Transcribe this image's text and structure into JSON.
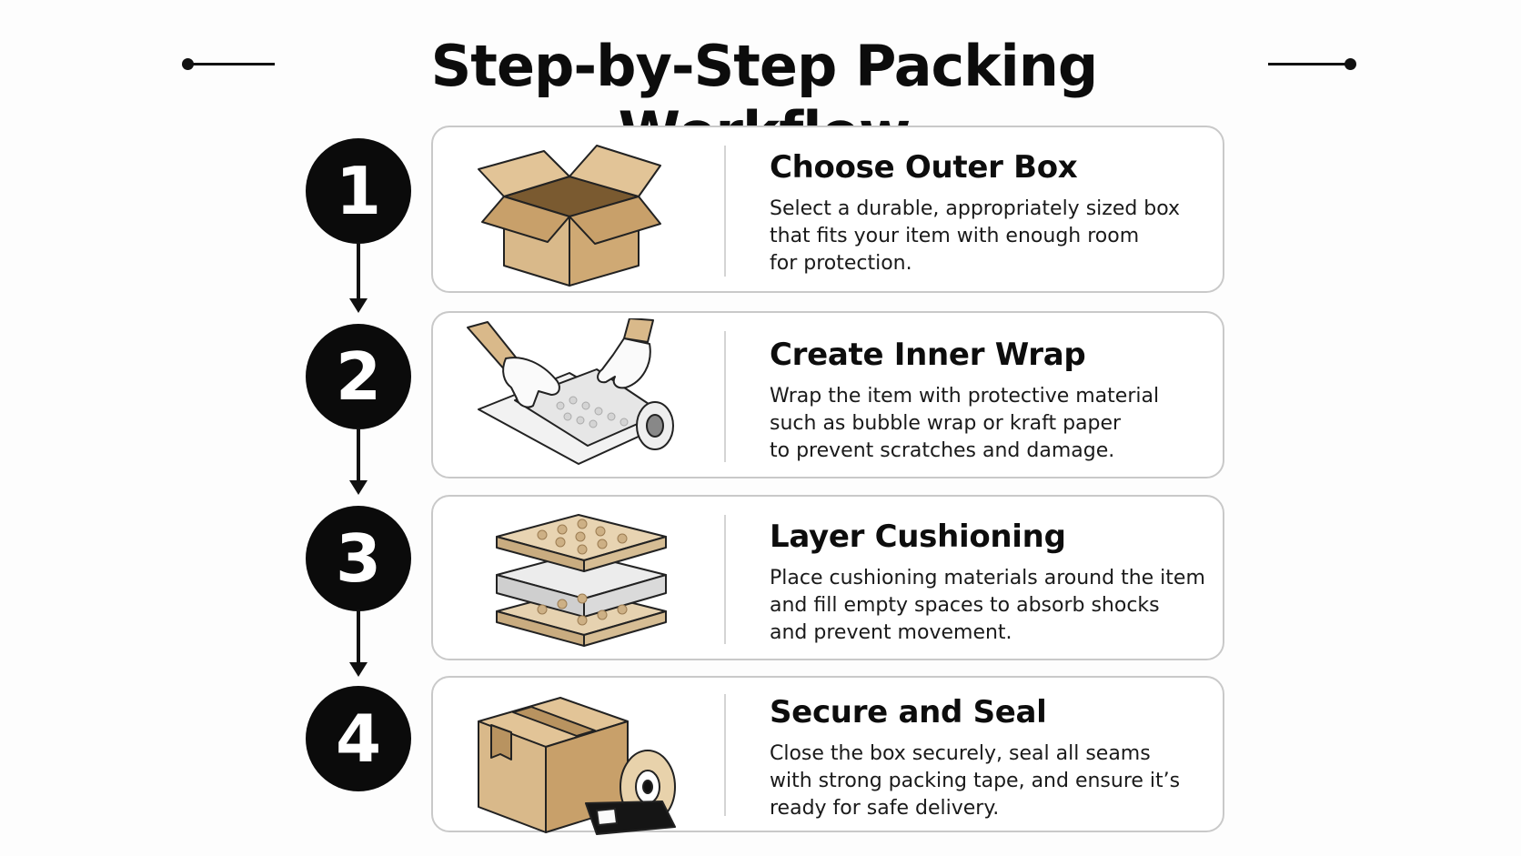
{
  "title": "Step-by-Step Packing Workflow",
  "colors": {
    "kraft": "#d9b98a",
    "kraft_dark": "#b89360",
    "ink": "#111111",
    "card_border": "#c9c9c9"
  },
  "steps": [
    {
      "number": "1",
      "heading": "Choose Outer Box",
      "lines": [
        "Select a durable, appropriately sized box",
        "that fits your item with enough room",
        "for protection."
      ],
      "icon": "open-box-icon"
    },
    {
      "number": "2",
      "heading": "Create Inner Wrap",
      "lines": [
        "Wrap the item with protective material",
        "such as bubble wrap or kraft paper",
        "to prevent scratches and damage."
      ],
      "icon": "gloved-hands-bubble-wrap-icon"
    },
    {
      "number": "3",
      "heading": "Layer Cushioning",
      "lines": [
        "Place cushioning materials around the item",
        "and fill empty spaces to absorb shocks",
        "and prevent movement."
      ],
      "icon": "cushion-layers-icon"
    },
    {
      "number": "4",
      "heading": "Secure and Seal",
      "lines": [
        "Close the box securely, seal all seams",
        "with strong packing tape, and ensure it’s",
        "ready for safe delivery."
      ],
      "icon": "sealed-box-tape-dispenser-icon"
    }
  ]
}
